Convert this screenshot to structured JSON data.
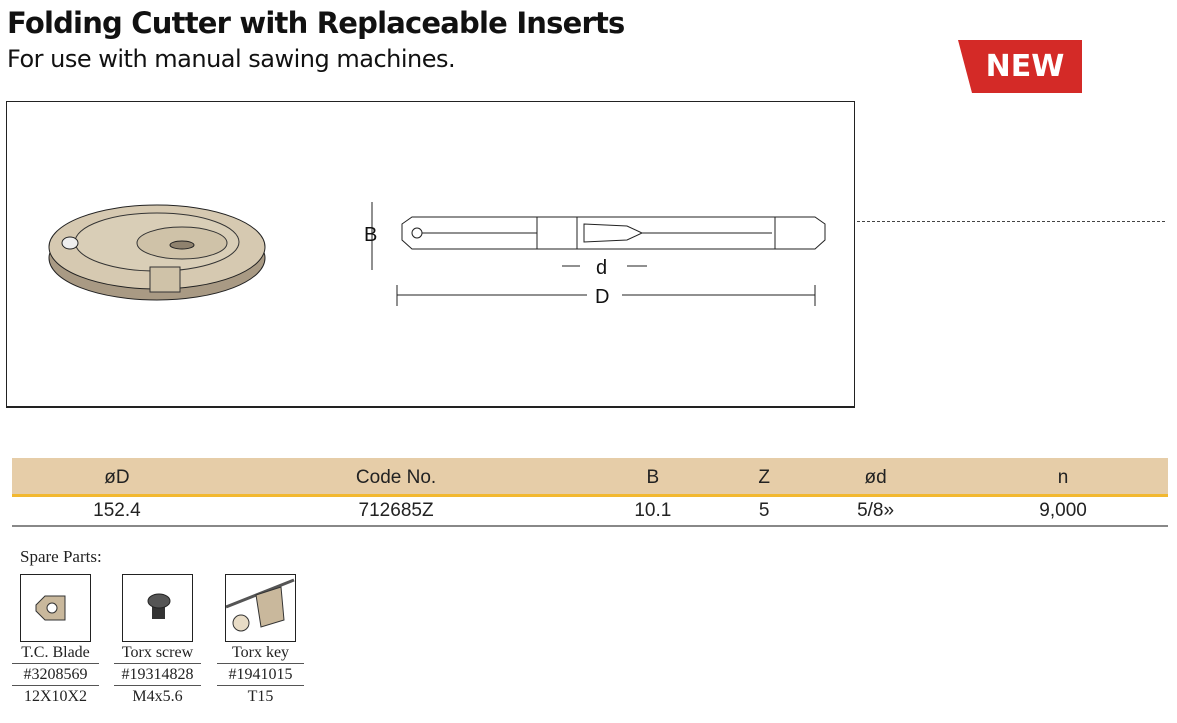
{
  "header": {
    "title": "Folding Cutter with Replaceable Inserts",
    "subtitle": "For use with manual sawing machines.",
    "badge": "NEW",
    "badge_color": "#d42a27"
  },
  "drawing": {
    "labels": {
      "B": "B",
      "d": "d",
      "D": "D"
    }
  },
  "table": {
    "headers": [
      "øD",
      "Code No.",
      "B",
      "Z",
      "ød",
      "n"
    ],
    "rows": [
      [
        "152.4",
        "712685Z",
        "10.1",
        "5",
        "5/8»",
        "9,000"
      ]
    ]
  },
  "spare_parts": {
    "title": "Spare Parts:",
    "items": [
      {
        "name": "T.C. Blade",
        "code": "#3208569",
        "size": "12X10X2",
        "icon": "blade-insert-icon"
      },
      {
        "name": "Torx screw",
        "code": "#19314828",
        "size": "M4x5.6",
        "icon": "torx-screw-icon"
      },
      {
        "name": "Torx key",
        "code": "#1941015",
        "size": "T15",
        "icon": "torx-key-icon"
      }
    ]
  }
}
